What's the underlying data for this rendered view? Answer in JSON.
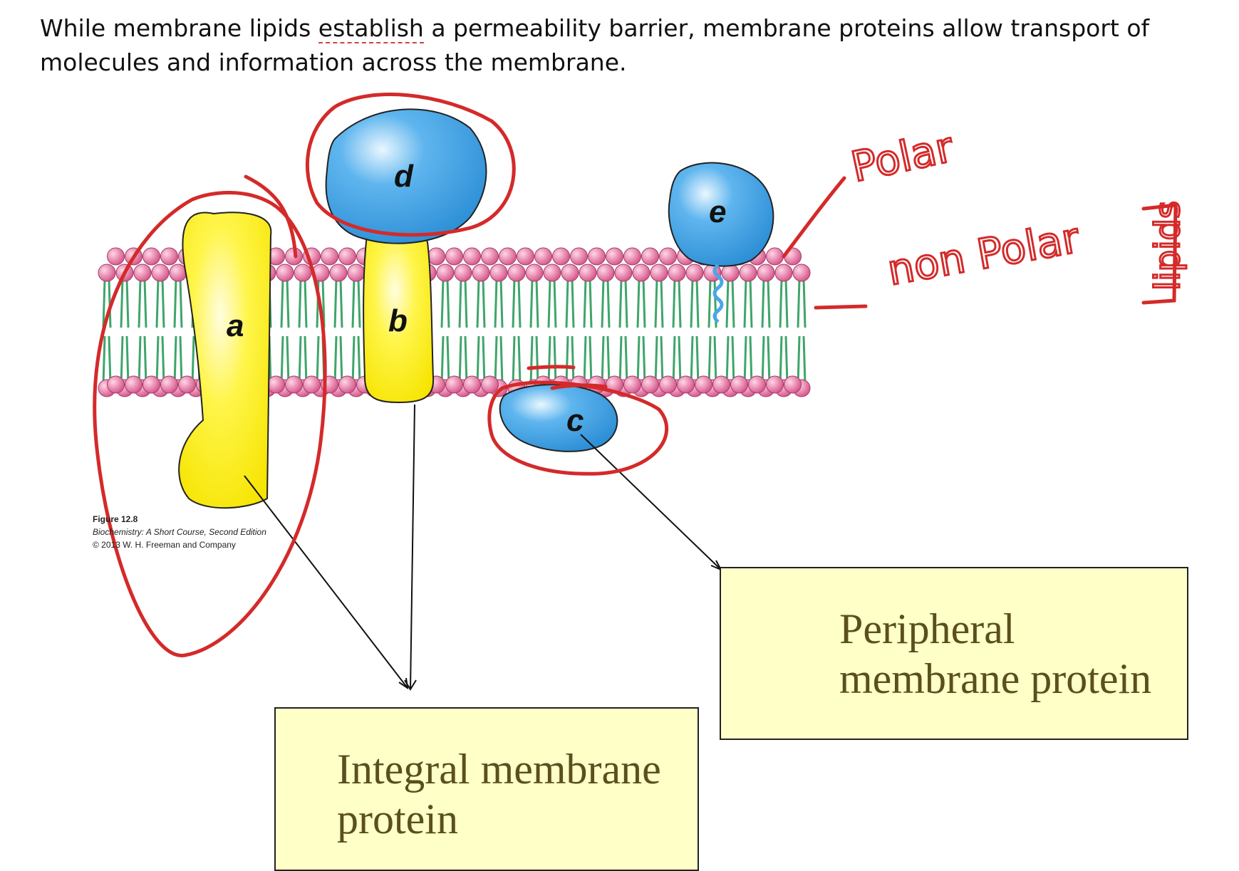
{
  "heading": {
    "part1": "While membrane lipids ",
    "underlined_word": "establish",
    "part2": " a permeability barrier, membrane proteins allow transport of molecules and information across the membrane."
  },
  "proteins": {
    "a": "a",
    "b": "b",
    "c": "c",
    "d": "d",
    "e": "e"
  },
  "credit": {
    "line1": "Figure 12.8",
    "line2": "Biochemistry: A Short Course, Second Edition",
    "line3": "© 2013 W. H. Freeman and Company"
  },
  "boxes": {
    "integral_line1": "Integral membrane",
    "integral_line2": "protein",
    "peripheral_line1": "Peripheral",
    "peripheral_line2": "membrane protein"
  },
  "handwriting": {
    "polar": "Polar",
    "nonpolar": "non Polar",
    "lipids": "lipids"
  },
  "colors": {
    "annotation_red": "#d42a2a",
    "protein_yellow": "#fff23a",
    "protein_blue": "#4aa7e6",
    "head_pink": "#e98ab0",
    "tail_green": "#3fa56a",
    "box_fill": "#ffffc8",
    "box_text": "#5a4f1e"
  }
}
